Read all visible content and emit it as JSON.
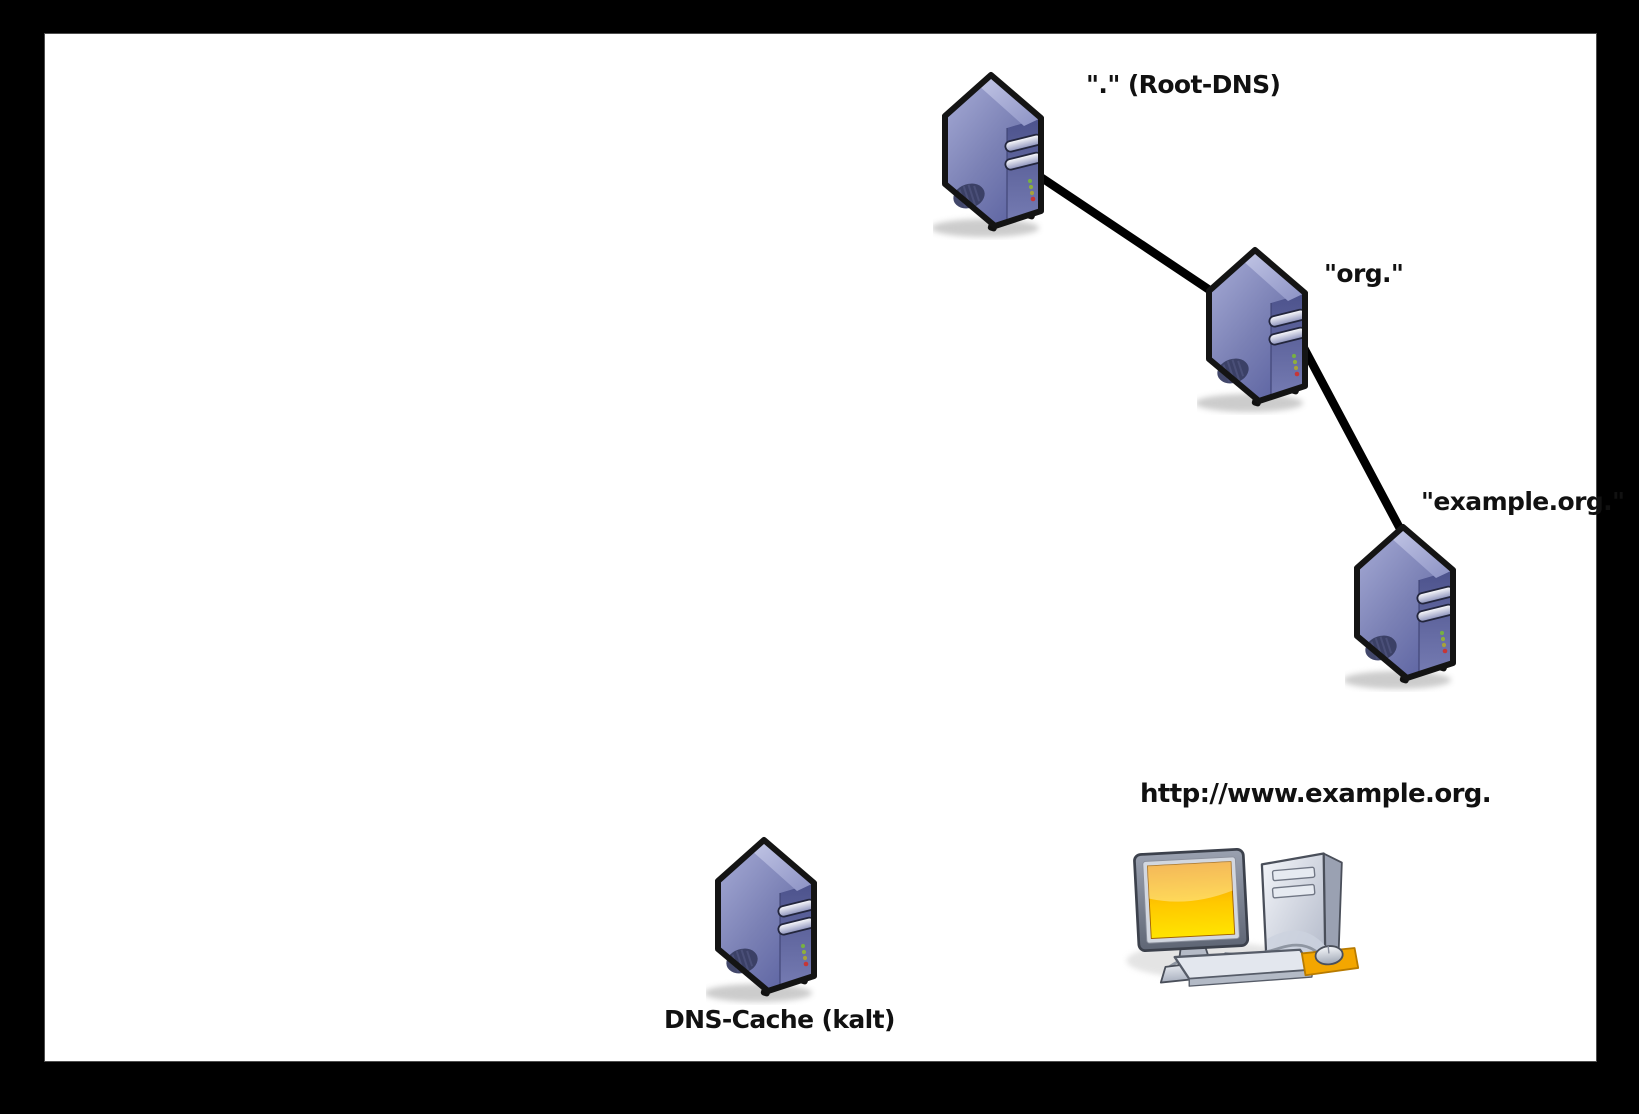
{
  "frame": {
    "background": "#000000",
    "canvas_background": "#ffffff",
    "canvas_border": "#4d4d4d"
  },
  "diagram": {
    "description": "DNS hierarchy diagram",
    "nodes": [
      {
        "id": "root-dns",
        "type": "dns-server",
        "icon": "server-icon",
        "label": "\".\" (Root-DNS)"
      },
      {
        "id": "org",
        "type": "dns-server",
        "icon": "server-icon",
        "label": "\"org.\""
      },
      {
        "id": "example-org",
        "type": "dns-server",
        "icon": "server-icon",
        "label": "\"example.org.\""
      },
      {
        "id": "dns-cache",
        "type": "dns-server",
        "icon": "server-icon",
        "label": "DNS-Cache (kalt)"
      },
      {
        "id": "client",
        "type": "workstation",
        "icon": "desktop-computer-icon",
        "label": "http://www.example.org."
      }
    ],
    "edges": [
      {
        "from": "root-dns",
        "to": "org"
      },
      {
        "from": "org",
        "to": "example-org"
      }
    ],
    "colors": {
      "edge": "#000000",
      "label": "#111111",
      "server_front": "#7b81b5",
      "server_side": "#565c97",
      "server_outline": "#141414",
      "monitor_screen": "#ffc800",
      "mousepad": "#f3a600"
    }
  }
}
